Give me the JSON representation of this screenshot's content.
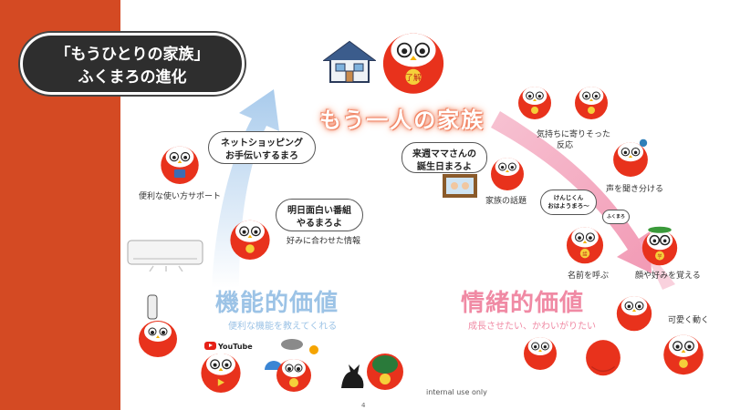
{
  "title": {
    "line1": "「もうひとりの家族」",
    "line2": "ふくまろの進化"
  },
  "center": {
    "family_title": "もう一人の家族"
  },
  "functional": {
    "title": "機能的価値",
    "subtitle": "便利な機能を教えてくれる"
  },
  "emotional": {
    "title": "情緒的価値",
    "subtitle": "成長させたい、かわいがりたい"
  },
  "bubbles": {
    "shopping": {
      "line1": "ネットショッピング",
      "line2": "お手伝いするまろ"
    },
    "tv": {
      "line1": "明日面白い番組",
      "line2": "やるまろよ"
    },
    "birthday": {
      "line1": "来週ママさんの",
      "line2": "誕生日まろよ"
    },
    "greeting": {
      "line1": "けんじくん",
      "line2": "おはようまろ〜"
    },
    "small_bubble": "ふくまろ"
  },
  "labels": {
    "usage_support": "便利な使い方サポート",
    "matched_info": "好みに合わせた情報",
    "family_topics": "家族の話題",
    "empathetic_line1": "気持ちに寄りそった",
    "empathetic_line2": "反応",
    "voice_distinguish": "声を聞き分ける",
    "call_name": "名前を呼ぶ",
    "face_remember": "顔や好みを覚える",
    "cute_move": "可愛く動く"
  },
  "badges": {
    "top": "了解",
    "tv": "了解",
    "smile": "了解",
    "talk": "話",
    "study": "学",
    "plain": "福"
  },
  "youtube": "YouTube",
  "footer": {
    "internal": "internal use only",
    "page": "4"
  },
  "colors": {
    "band": "#d44a23",
    "functional": "#9cc3e6",
    "emotional": "#f08aa4",
    "owl": "#e8321c",
    "pill": "#2e2e2e"
  }
}
